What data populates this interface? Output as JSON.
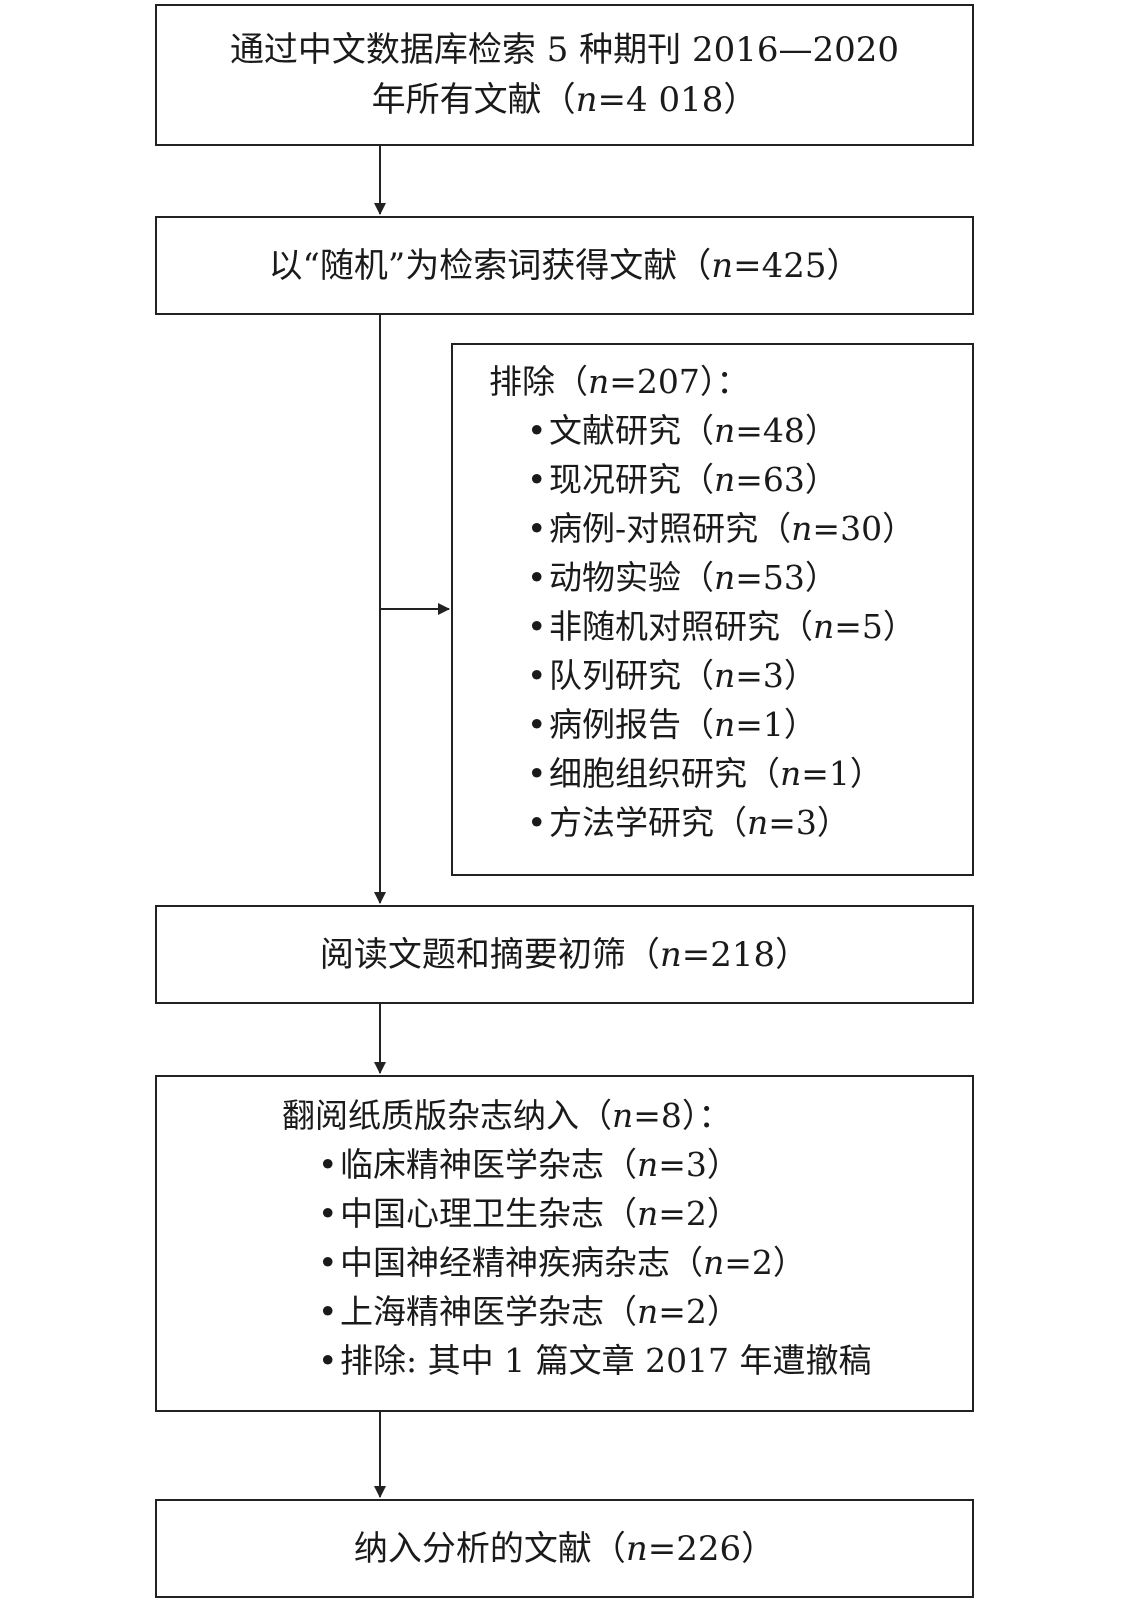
{
  "box_search": {
    "line1": "通过中文数据库检索 5 种期刊 2016—2020",
    "line2_prefix": "年所有文献（",
    "n_var": "n",
    "line2_suffix": "=4 018）"
  },
  "box_keyword": {
    "prefix": "以“随机”为检索词获得文献（",
    "n_var": "n",
    "suffix": "=425）"
  },
  "box_exclude": {
    "heading_prefix": "排除（",
    "n_var": "n",
    "heading_suffix": "=207）：",
    "items": [
      {
        "label": "文献研究（",
        "n_var": "n",
        "value": "=48）"
      },
      {
        "label": "现况研究（",
        "n_var": "n",
        "value": "=63）"
      },
      {
        "label": "病例-对照研究（",
        "n_var": "n",
        "value": "=30）"
      },
      {
        "label": "动物实验（",
        "n_var": "n",
        "value": "=53）"
      },
      {
        "label": "非随机对照研究（",
        "n_var": "n",
        "value": "=5）"
      },
      {
        "label": "队列研究（",
        "n_var": "n",
        "value": "=3）"
      },
      {
        "label": "病例报告（",
        "n_var": "n",
        "value": "=1）"
      },
      {
        "label": "细胞组织研究（",
        "n_var": "n",
        "value": "=1）"
      },
      {
        "label": "方法学研究（",
        "n_var": "n",
        "value": "=3）"
      }
    ]
  },
  "box_screen": {
    "prefix": "阅读文题和摘要初筛（",
    "n_var": "n",
    "suffix": "=218）"
  },
  "box_paper": {
    "heading_prefix": "翻阅纸质版杂志纳入（",
    "n_var": "n",
    "heading_suffix": "=8）：",
    "items": [
      {
        "label": "临床精神医学杂志（",
        "n_var": "n",
        "value": "=3）"
      },
      {
        "label": "中国心理卫生杂志（",
        "n_var": "n",
        "value": "=2）"
      },
      {
        "label": "中国神经精神疾病杂志（",
        "n_var": "n",
        "value": "=2）"
      },
      {
        "label": "上海精神医学杂志（",
        "n_var": "n",
        "value": "=2）"
      }
    ],
    "note": "排除: 其中 1 篇文章 2017 年遭撤稿"
  },
  "box_final": {
    "prefix": "纳入分析的文献（",
    "n_var": "n",
    "suffix": "=226）"
  }
}
